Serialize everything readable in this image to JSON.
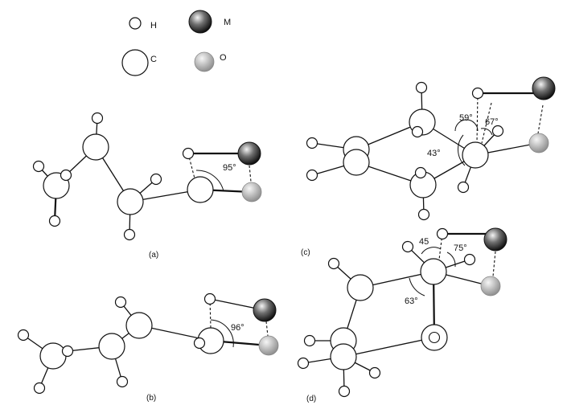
{
  "legend": {
    "h_label": "H",
    "m_label": "M",
    "c_label": "C",
    "o_label": "O"
  },
  "panels": [
    {
      "id": "a",
      "label": "(a)",
      "angles": [
        "95°"
      ]
    },
    {
      "id": "b",
      "label": "(b)",
      "angles": [
        "96°"
      ]
    },
    {
      "id": "c",
      "label": "(c)",
      "angles": [
        "59°",
        "67°",
        "43°"
      ]
    },
    {
      "id": "d",
      "label": "(d)",
      "angles": [
        "45",
        "75°",
        "63°"
      ]
    }
  ],
  "colors": {
    "line": "#111111",
    "atom_fill": "#ffffff",
    "metal_dark": "#111111",
    "oxygen_gray": "#a8a8a8"
  }
}
